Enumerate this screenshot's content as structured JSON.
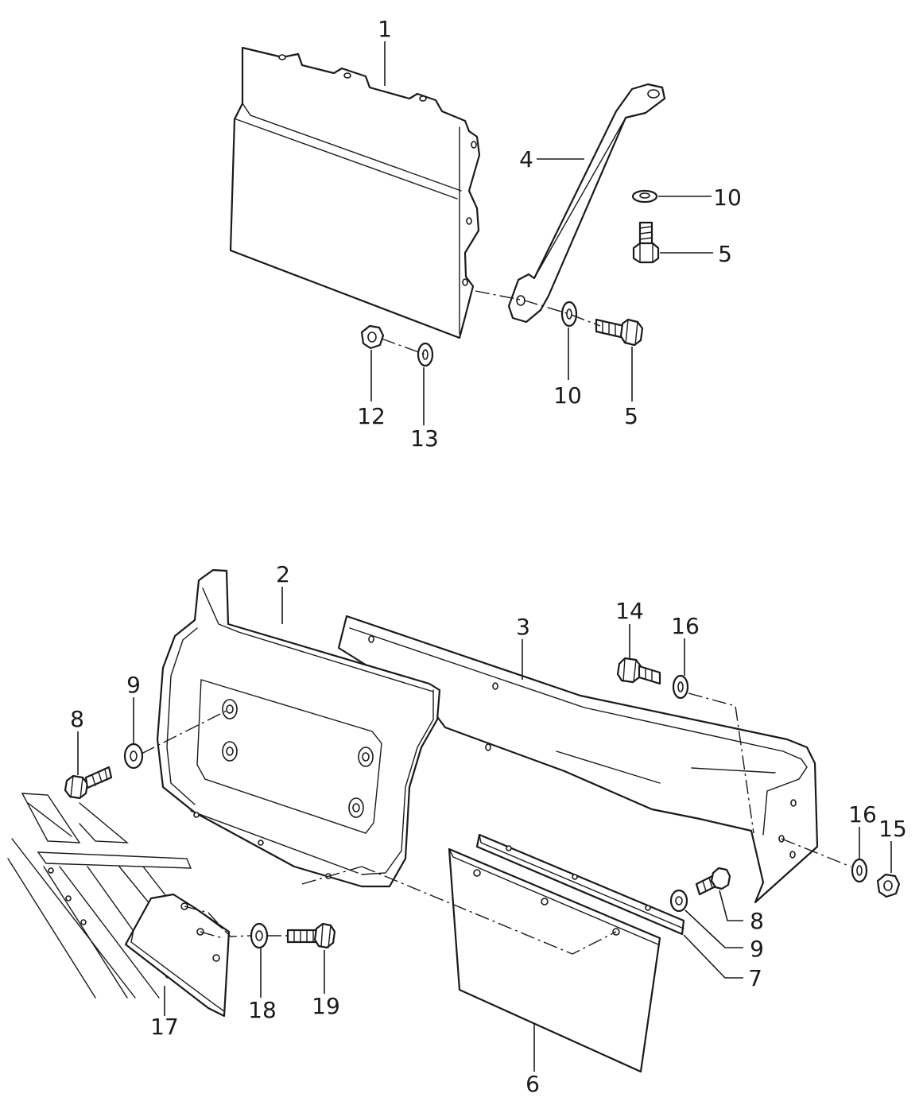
{
  "callouts": {
    "c1": "1",
    "c4": "4",
    "c10a": "10",
    "c5a": "5",
    "c12": "12",
    "c13": "13",
    "c10b": "10",
    "c5b": "5",
    "c2": "2",
    "c3": "3",
    "c14": "14",
    "c16a": "16",
    "c9a": "9",
    "c8a": "8",
    "c16b": "16",
    "c15": "15",
    "c8b": "8",
    "c9b": "9",
    "c7": "7",
    "c18": "18",
    "c19": "19",
    "c17": "17",
    "c6": "6"
  }
}
